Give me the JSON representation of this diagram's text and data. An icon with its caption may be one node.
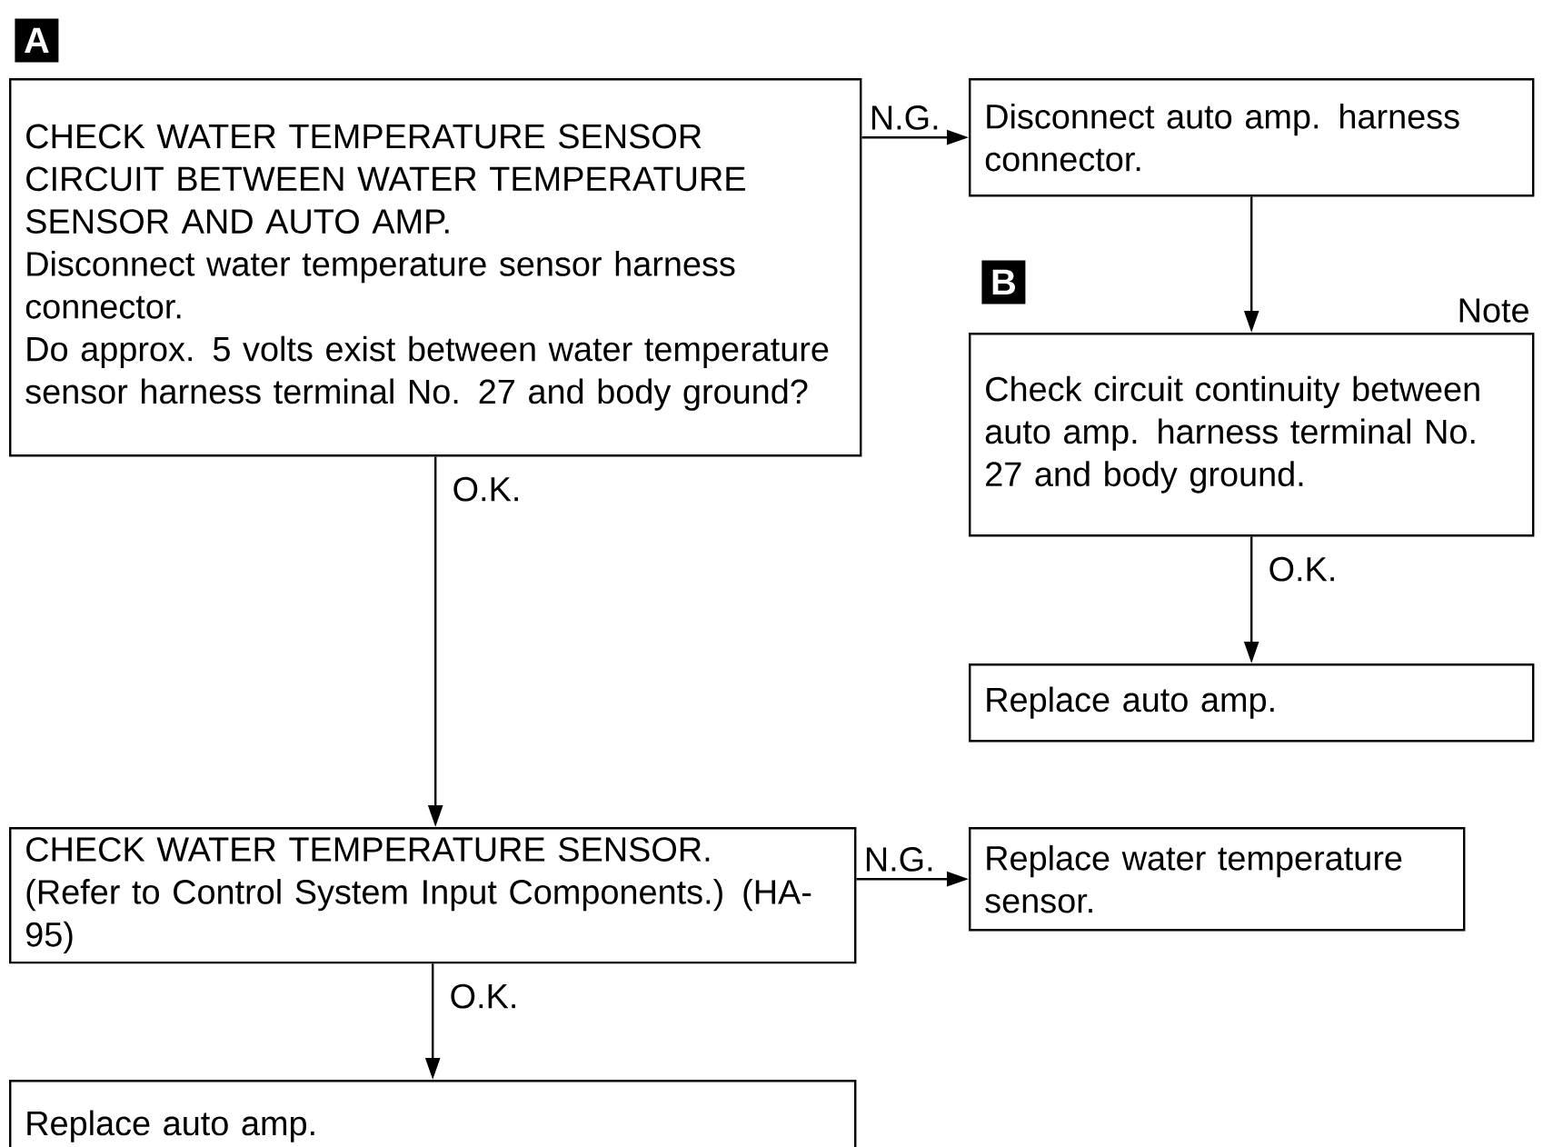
{
  "diagram": {
    "nodes": [
      {
        "text": [
          "CHECK WATER TEMPERATURE SENSOR CIRCUIT BETWEEN WATER TEMPERATURE SENSOR AND AUTO AMP.",
          "Disconnect water temperature sensor harness connector.",
          "Do approx. 5 volts exist between water temperature sensor harness terminal No. 27 and body ground?"
        ]
      },
      {
        "text": [
          "Disconnect auto amp. harness connector."
        ]
      },
      {
        "text": [
          "Check circuit continuity between auto amp. harness terminal No. 27 and body ground."
        ]
      },
      {
        "text": [
          "Replace auto amp."
        ]
      },
      {
        "text": [
          "CHECK WATER TEMPERATURE SENSOR.",
          "(Refer to Control System Input Components.) (HA-95)"
        ]
      },
      {
        "text": [
          "Replace water temperature sensor."
        ]
      },
      {
        "text": [
          "Replace auto amp."
        ]
      }
    ],
    "edges": [
      {
        "from": 0,
        "to": 1,
        "arrow": "to",
        "label": "N.G."
      },
      {
        "from": 1,
        "to": 2,
        "arrow": "to"
      },
      {
        "from": 2,
        "to": 3,
        "arrow": "to",
        "label": "O.K."
      },
      {
        "from": 0,
        "to": 4,
        "arrow": "to",
        "label": "O.K."
      },
      {
        "from": 4,
        "to": 5,
        "arrow": "to",
        "label": "N.G."
      },
      {
        "from": 4,
        "to": 6,
        "arrow": "to",
        "label": "O.K."
      }
    ],
    "labels": [
      "A",
      "B",
      "Note"
    ]
  }
}
